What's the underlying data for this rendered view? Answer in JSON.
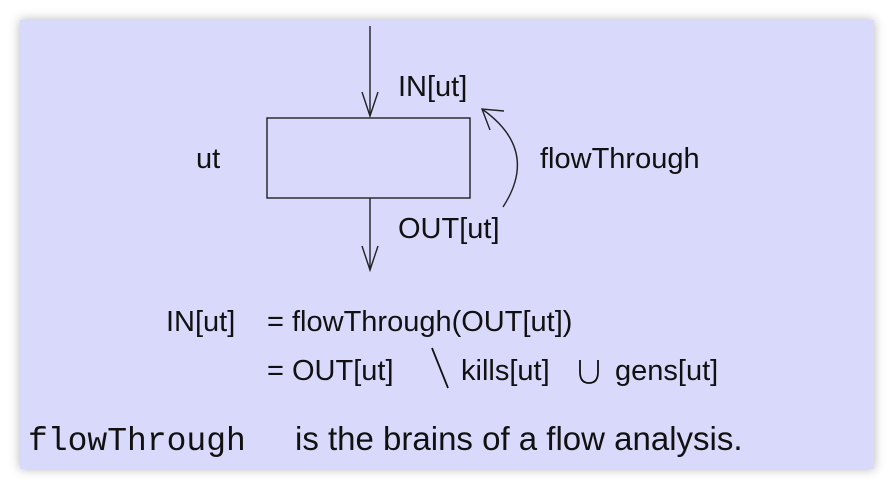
{
  "diagram": {
    "node_label": "ut",
    "in_label": "IN[ut]",
    "out_label": "OUT[ut]",
    "transfer_label": "flowThrough"
  },
  "equations": {
    "line1_lhs": "IN[ut]",
    "line1_rhs": "= flowThrough(OUT[ut])",
    "line2_part1": "= OUT[ut]",
    "line2_part2": "kills[ut]",
    "line2_part3": "gens[ut]"
  },
  "caption": {
    "code": "flowThrough",
    "text": "is the brains of a flow analysis."
  },
  "colors": {
    "panel_background": "#d9d9fb",
    "text": "#111111"
  }
}
